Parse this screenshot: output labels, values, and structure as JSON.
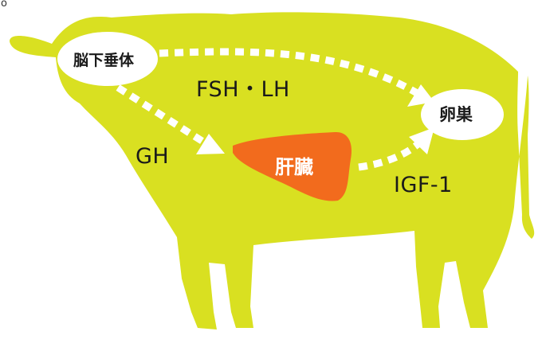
{
  "corner_mark": "o",
  "colors": {
    "cow": "#D9E021",
    "liver": "#F26B1D",
    "arrow": "#FFFFFF",
    "text": "#1A1A1A",
    "node": "#FFFFFF"
  },
  "nodes": {
    "pituitary": "脳下垂体",
    "ovary": "卵巣",
    "liver": "肝臓"
  },
  "arrows": {
    "fsh_lh": "FSH・LH",
    "gh": "GH",
    "igf1": "IGF-1"
  }
}
